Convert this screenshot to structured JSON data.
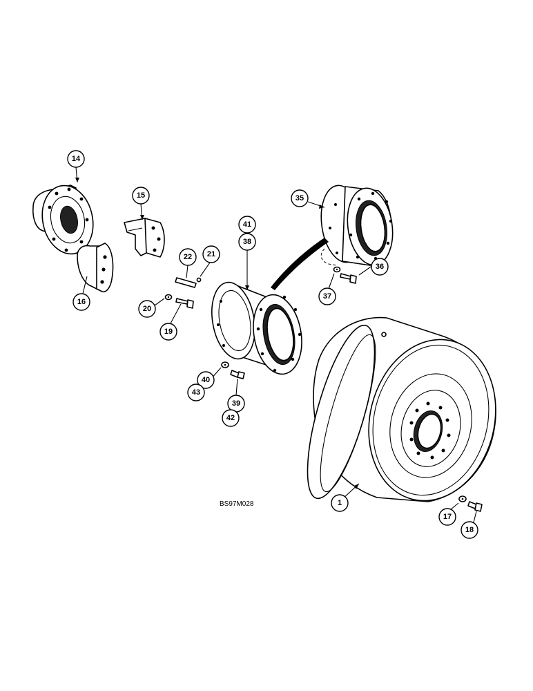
{
  "drawing_ref": "BS97M028",
  "callouts": [
    {
      "id": "c14",
      "label": "14"
    },
    {
      "id": "c15",
      "label": "15"
    },
    {
      "id": "c16",
      "label": "16"
    },
    {
      "id": "c22",
      "label": "22"
    },
    {
      "id": "c21",
      "label": "21"
    },
    {
      "id": "c20",
      "label": "20"
    },
    {
      "id": "c19",
      "label": "19"
    },
    {
      "id": "c41",
      "label": "41"
    },
    {
      "id": "c38",
      "label": "38"
    },
    {
      "id": "c35",
      "label": "35"
    },
    {
      "id": "c36",
      "label": "36"
    },
    {
      "id": "c37",
      "label": "37"
    },
    {
      "id": "c40",
      "label": "40"
    },
    {
      "id": "c43",
      "label": "43"
    },
    {
      "id": "c39",
      "label": "39"
    },
    {
      "id": "c42",
      "label": "42"
    },
    {
      "id": "c1",
      "label": "1"
    },
    {
      "id": "c17",
      "label": "17"
    },
    {
      "id": "c18",
      "label": "18"
    }
  ]
}
